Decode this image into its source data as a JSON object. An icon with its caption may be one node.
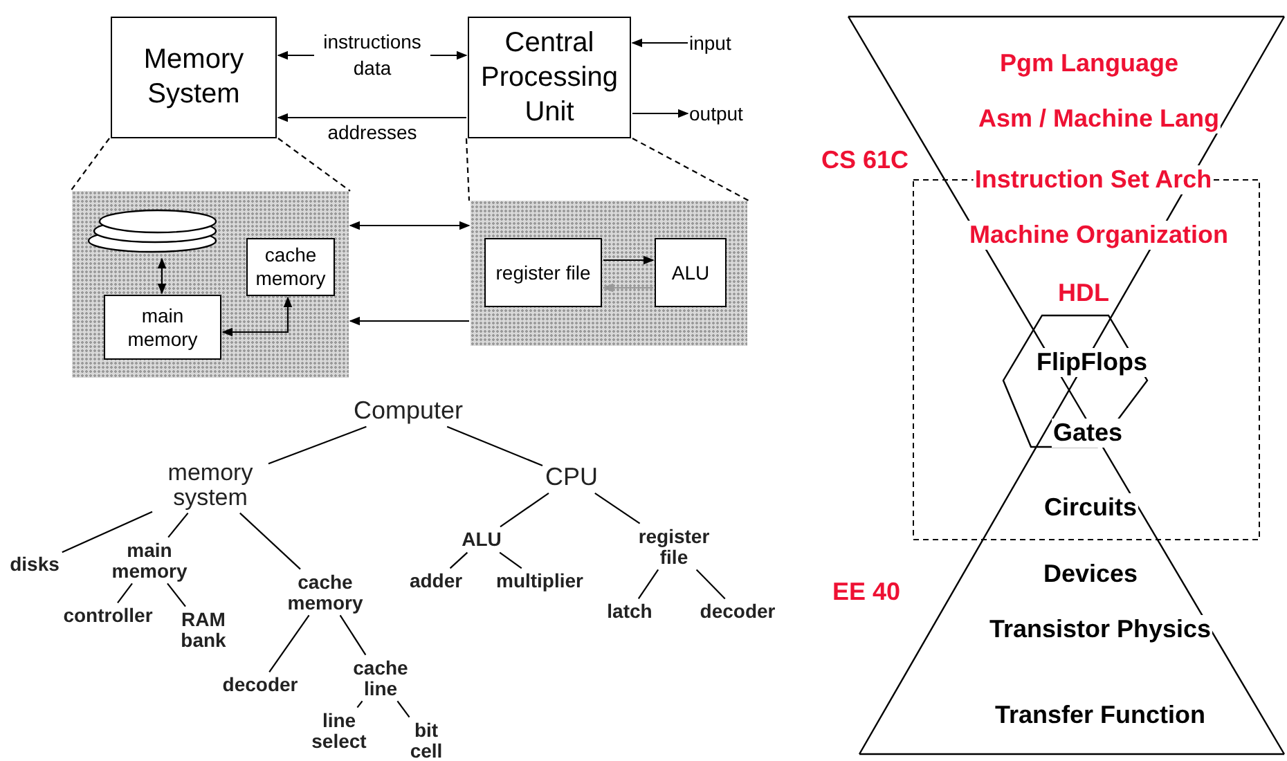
{
  "diagram": {
    "nodes": [
      {
        "text": [
          "Memory System"
        ]
      },
      {
        "text": [
          "Central Processing Unit"
        ]
      },
      {
        "text": [
          "input"
        ]
      },
      {
        "text": [
          "output"
        ]
      },
      {
        "text": [],
        "shape": "box"
      },
      {
        "text": [],
        "shape": "cylinder",
        "in": 4
      },
      {
        "text": [
          "cache memory"
        ],
        "in": 4
      },
      {
        "text": [
          "main memory"
        ],
        "in": 4
      },
      {
        "text": [],
        "shape": "box"
      },
      {
        "text": [
          "register file"
        ],
        "in": 8
      },
      {
        "text": [
          "ALU"
        ],
        "in": 8
      },
      {
        "text": [
          "Computer"
        ]
      },
      {
        "text": [
          "memory system"
        ]
      },
      {
        "text": [
          "CPU"
        ]
      },
      {
        "text": [
          "disks"
        ]
      },
      {
        "text": [
          "main memory"
        ]
      },
      {
        "text": [
          "cache memory"
        ]
      },
      {
        "text": [
          "ALU"
        ]
      },
      {
        "text": [
          "register file"
        ]
      },
      {
        "text": [
          "adder"
        ]
      },
      {
        "text": [
          "multiplier"
        ]
      },
      {
        "text": [
          "controller"
        ]
      },
      {
        "text": [
          "RAM bank"
        ]
      },
      {
        "text": [
          "latch"
        ]
      },
      {
        "text": [
          "decoder"
        ]
      },
      {
        "text": [
          "decoder"
        ]
      },
      {
        "text": [
          "cache line"
        ]
      },
      {
        "text": [
          "line select"
        ]
      },
      {
        "text": [
          "bit cell"
        ]
      }
    ],
    "edges": [
      {
        "from": 0,
        "to": 1,
        "arrow": "both",
        "label": "instructions data"
      },
      {
        "from": 1,
        "to": 0,
        "arrow": "to",
        "label": "addresses"
      },
      {
        "from": 2,
        "to": 1,
        "arrow": "to"
      },
      {
        "from": 1,
        "to": 3,
        "arrow": "to"
      },
      {
        "from": 0,
        "to": 4,
        "arrow": "none",
        "style": "dashed"
      },
      {
        "from": 0,
        "to": 4,
        "arrow": "none",
        "style": "dashed"
      },
      {
        "from": 1,
        "to": 8,
        "arrow": "none",
        "style": "dashed"
      },
      {
        "from": 1,
        "to": 8,
        "arrow": "none",
        "style": "dashed"
      },
      {
        "from": 4,
        "to": 8,
        "arrow": "both"
      },
      {
        "from": 8,
        "to": 4,
        "arrow": "to"
      },
      {
        "from": 5,
        "to": 7,
        "arrow": "both"
      },
      {
        "from": 7,
        "to": 6,
        "arrow": "both"
      },
      {
        "from": 9,
        "to": 10,
        "arrow": "to"
      },
      {
        "from": 10,
        "to": 9,
        "arrow": "to",
        "color": "#999999"
      },
      {
        "from": 11,
        "to": 12,
        "arrow": "none"
      },
      {
        "from": 11,
        "to": 13,
        "arrow": "none"
      },
      {
        "from": 12,
        "to": 14,
        "arrow": "none"
      },
      {
        "from": 12,
        "to": 15,
        "arrow": "none"
      },
      {
        "from": 12,
        "to": 16,
        "arrow": "none"
      },
      {
        "from": 13,
        "to": 17,
        "arrow": "none"
      },
      {
        "from": 13,
        "to": 18,
        "arrow": "none"
      },
      {
        "from": 17,
        "to": 19,
        "arrow": "none"
      },
      {
        "from": 17,
        "to": 20,
        "arrow": "none"
      },
      {
        "from": 15,
        "to": 21,
        "arrow": "none"
      },
      {
        "from": 15,
        "to": 22,
        "arrow": "none"
      },
      {
        "from": 18,
        "to": 23,
        "arrow": "none"
      },
      {
        "from": 18,
        "to": 24,
        "arrow": "none"
      },
      {
        "from": 16,
        "to": 25,
        "arrow": "none"
      },
      {
        "from": 16,
        "to": 26,
        "arrow": "none"
      },
      {
        "from": 26,
        "to": 27,
        "arrow": "none"
      },
      {
        "from": 26,
        "to": 28,
        "arrow": "none"
      }
    ],
    "labels": [
      "Pgm Language",
      "Asm / Machine Lang",
      "CS 61C",
      "Instruction Set Arch",
      "Machine Organization",
      "HDL",
      "FlipFlops",
      "Gates",
      "Circuits",
      "Devices",
      "EE 40",
      "Transistor Physics",
      "Transfer Function"
    ]
  }
}
